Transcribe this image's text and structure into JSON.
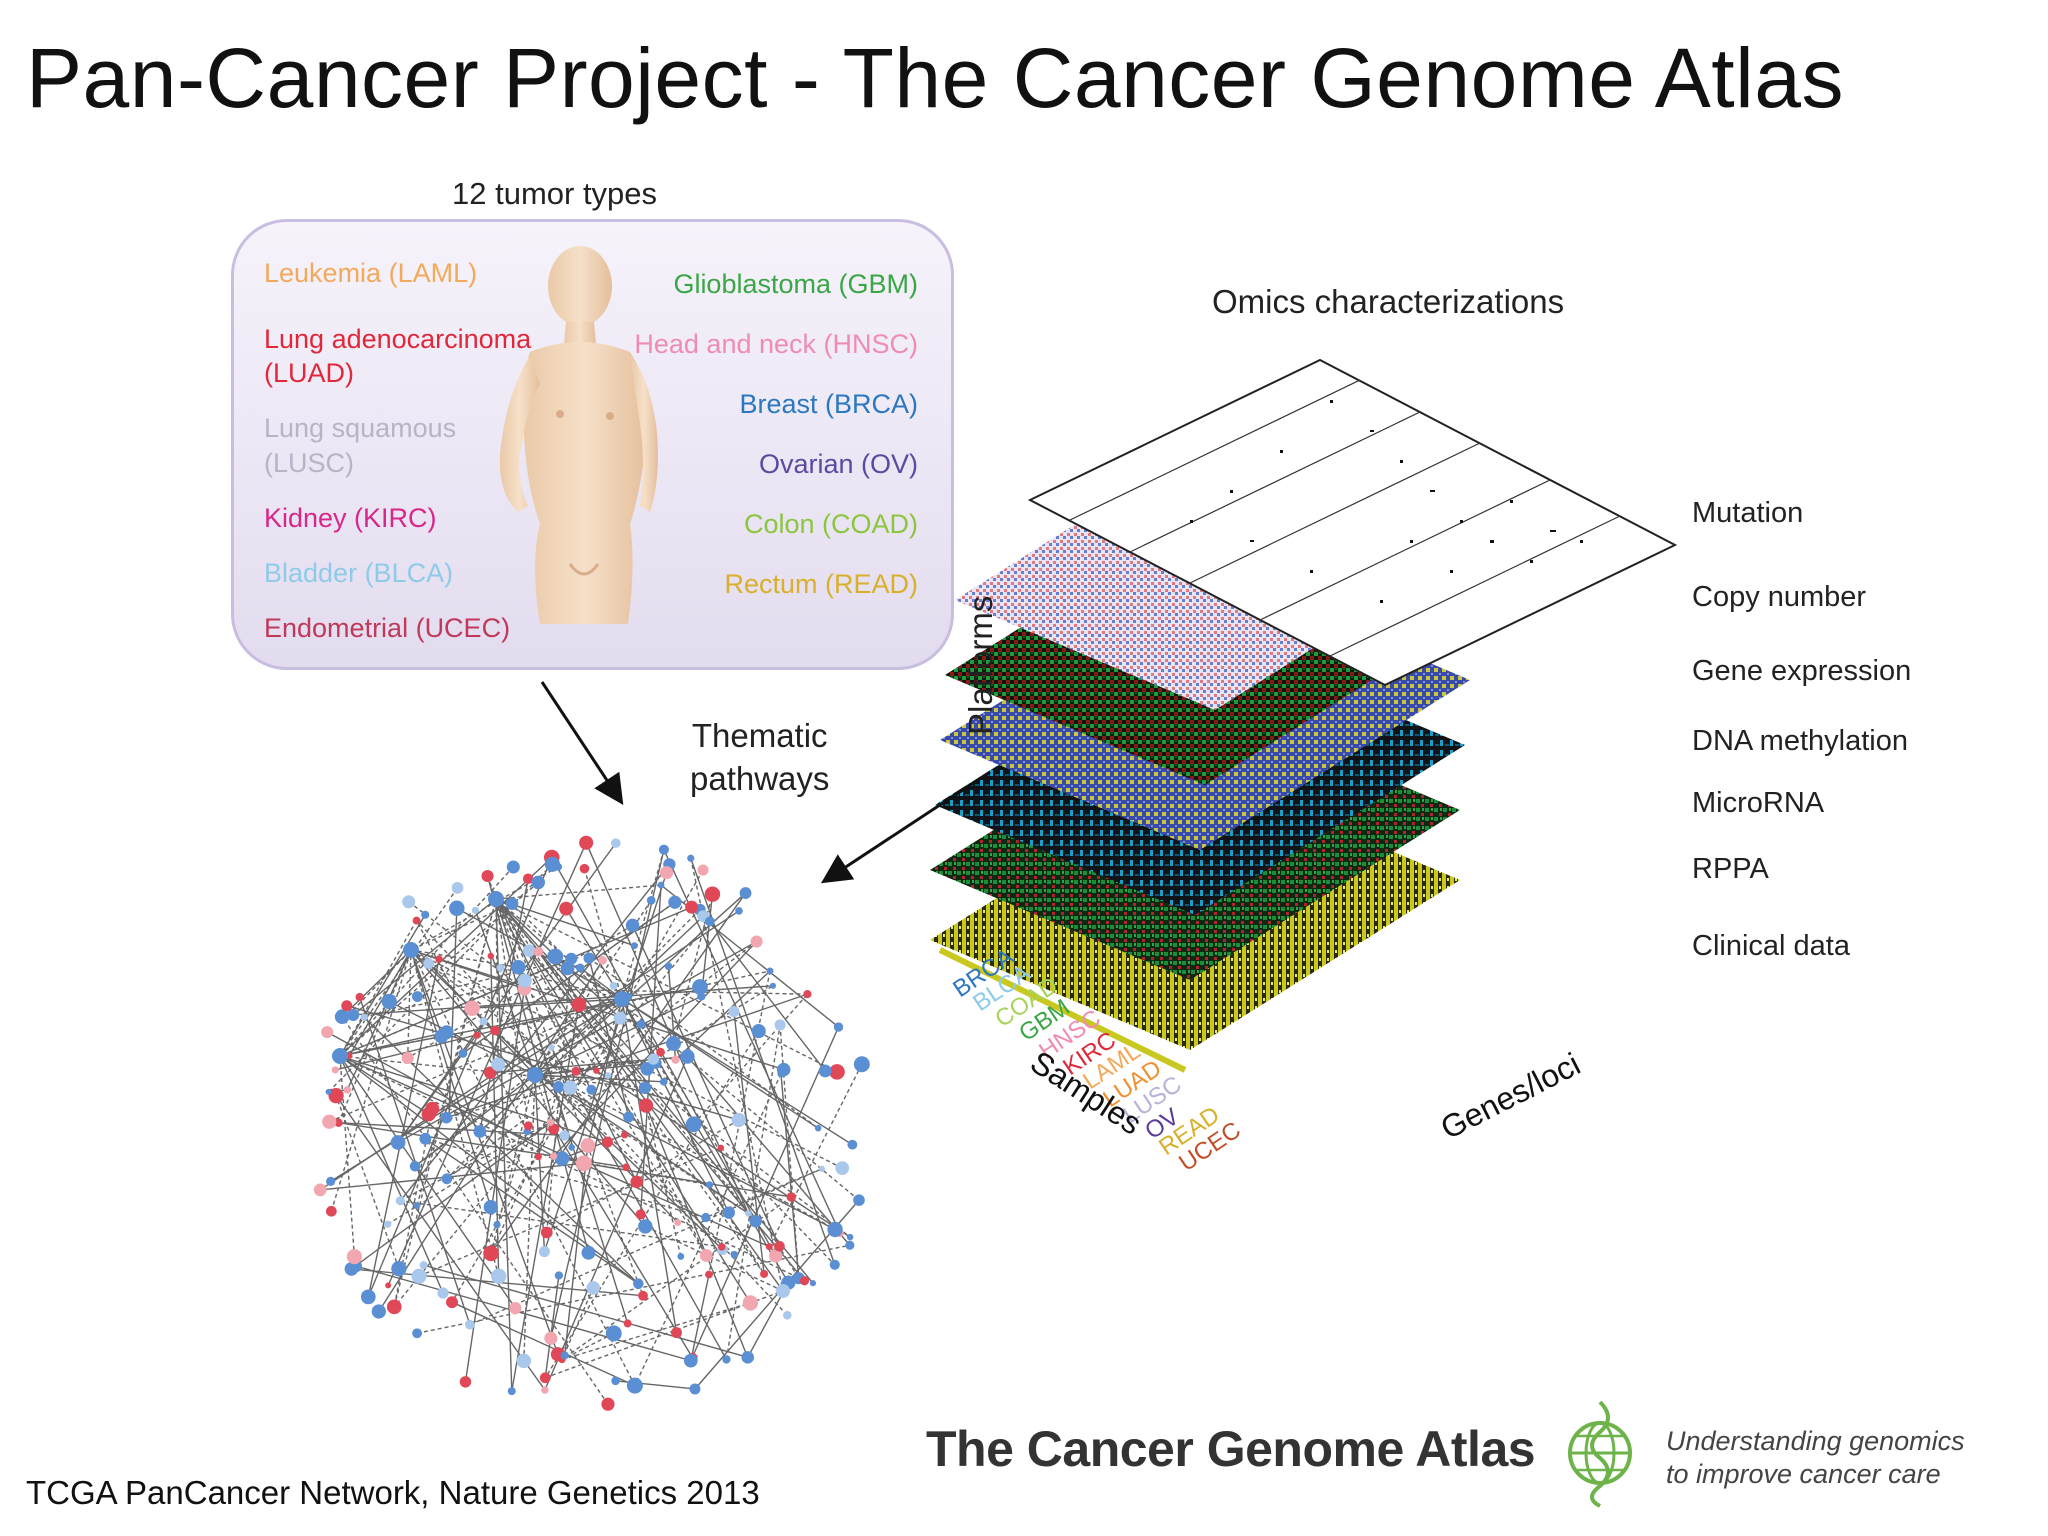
{
  "title": "Pan-Cancer Project - The Cancer Genome Atlas",
  "tumor_heading": "12 tumor types",
  "tumors_left": [
    {
      "label": "Leukemia (LAML)",
      "color": "#f3a95b"
    },
    {
      "label": "Lung adenocarcinoma",
      "label2": "(LUAD)",
      "color": "#e0283a"
    },
    {
      "label": "Lung squamous",
      "label2": "(LUSC)",
      "color": "#b9b3c8"
    },
    {
      "label": "Kidney (KIRC)",
      "color": "#d9268a"
    },
    {
      "label": "Bladder (BLCA)",
      "color": "#8ecbe9"
    },
    {
      "label": "Endometrial (UCEC)",
      "color": "#c0395a"
    }
  ],
  "tumors_right": [
    {
      "label": "Glioblastoma (GBM)",
      "color": "#3aa646"
    },
    {
      "label": "Head and neck (HNSC)",
      "color": "#f08cb4"
    },
    {
      "label": "Breast (BRCA)",
      "color": "#2c78c0"
    },
    {
      "label": "Ovarian (OV)",
      "color": "#5a4aa0"
    },
    {
      "label": "Colon (COAD)",
      "color": "#8cc63e"
    },
    {
      "label": "Rectum (READ)",
      "color": "#d9b02a"
    }
  ],
  "omics_heading": "Omics characterizations",
  "platforms_label": "Platforms",
  "layers": [
    {
      "label": "Mutation"
    },
    {
      "label": "Copy number"
    },
    {
      "label": "Gene expression"
    },
    {
      "label": "DNA methylation"
    },
    {
      "label": "MicroRNA"
    },
    {
      "label": "RPPA"
    },
    {
      "label": "Clinical data"
    }
  ],
  "thematic": {
    "line1": "Thematic",
    "line2": "pathways"
  },
  "sample_codes": [
    {
      "label": "BRCA",
      "color": "#2c78c0"
    },
    {
      "label": "BLCA",
      "color": "#8ecbe9"
    },
    {
      "label": "COAD",
      "color": "#a8d45a"
    },
    {
      "label": "GBM",
      "color": "#3aa646"
    },
    {
      "label": "HNSC",
      "color": "#f08cb4"
    },
    {
      "label": "KIRC",
      "color": "#e0283a"
    },
    {
      "label": "LAML",
      "color": "#f3a95b"
    },
    {
      "label": "LUAD",
      "color": "#f09030"
    },
    {
      "label": "LUSC",
      "color": "#b9b3d8"
    },
    {
      "label": "OV",
      "color": "#5a3a9a"
    },
    {
      "label": "READ",
      "color": "#d9b02a"
    },
    {
      "label": "UCEC",
      "color": "#c0502a"
    }
  ],
  "samples_label": "Samples",
  "genes_label": "Genes/loci",
  "citation": "TCGA PanCancer Network, Nature Genetics 2013",
  "logo_text": "The Cancer Genome Atlas",
  "tagline": {
    "line1": "Understanding genomics",
    "line2": "to improve cancer care"
  },
  "colors": {
    "network_blue": "#5b8fd4",
    "network_red": "#e04858",
    "network_light_blue": "#a9c8ec",
    "network_pink": "#f2a6b0",
    "logo_green": "#6db34a"
  }
}
